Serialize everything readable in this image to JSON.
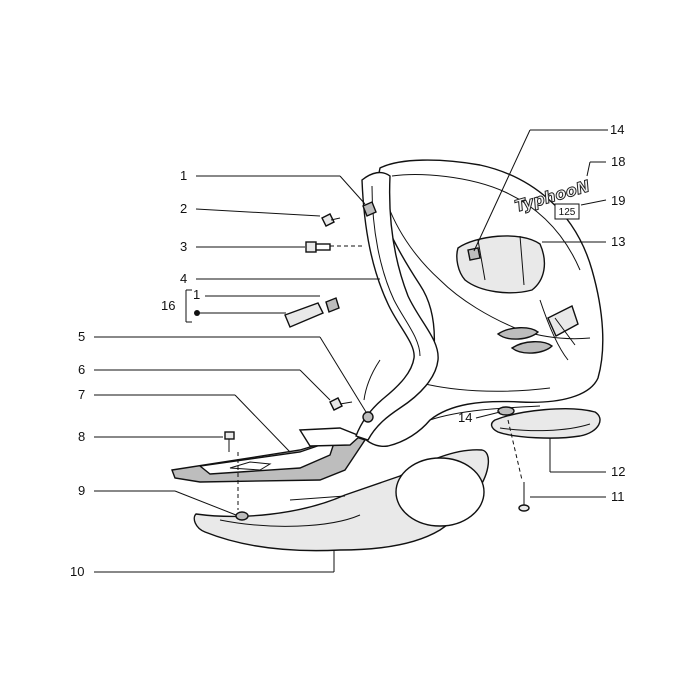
{
  "callouts": {
    "c1a": "1",
    "c2": "2",
    "c3": "3",
    "c4": "4",
    "c16": "16",
    "c1b": "1",
    "c5": "5",
    "c6": "6",
    "c7": "7",
    "c8": "8",
    "c9": "9",
    "c10": "10",
    "c14a": "14",
    "c18": "18",
    "c19": "19",
    "c13": "13",
    "c14b": "14",
    "c12": "12",
    "c11": "11"
  },
  "labels": {
    "logo": "TyphooN",
    "badge": "125"
  }
}
